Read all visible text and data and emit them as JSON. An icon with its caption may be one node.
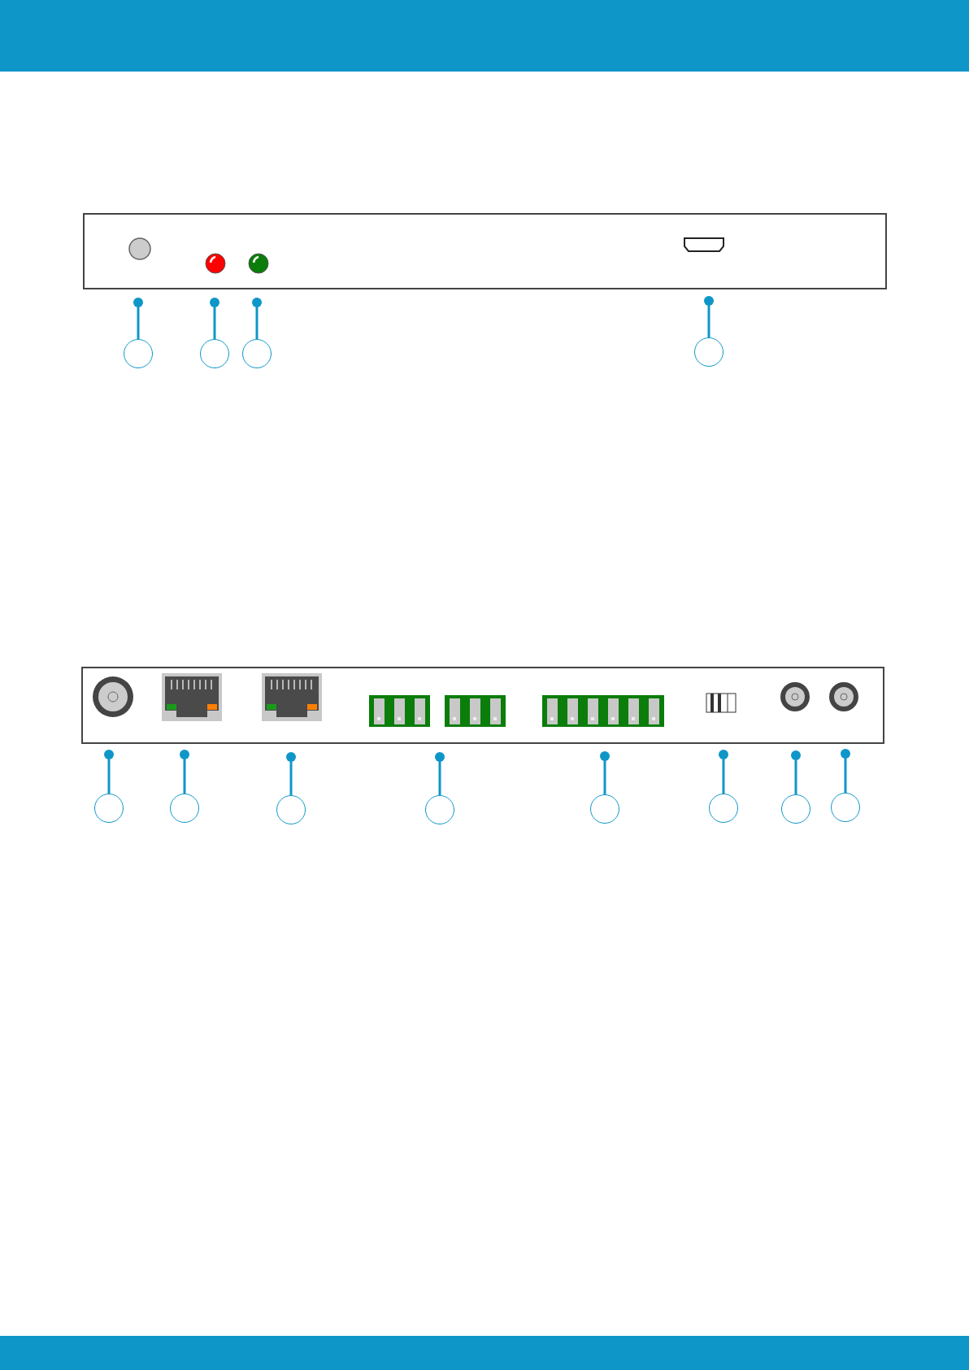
{
  "diagram": {
    "nodes": [
      {
        "text": [],
        "shape": "box"
      },
      {
        "text": [],
        "shape": "circle"
      },
      {
        "text": [],
        "shape": "circle"
      },
      {
        "text": [],
        "shape": "circle"
      },
      {
        "text": [],
        "shape": "circle"
      },
      {
        "text": [],
        "shape": "box"
      },
      {
        "text": [],
        "shape": "circle"
      },
      {
        "text": [],
        "shape": "circle"
      },
      {
        "text": [],
        "shape": "circle"
      },
      {
        "text": [],
        "shape": "circle"
      },
      {
        "text": [],
        "shape": "circle"
      },
      {
        "text": [],
        "shape": "circle"
      },
      {
        "text": [],
        "shape": "circle"
      },
      {
        "text": [],
        "shape": "circle"
      }
    ],
    "edges": [
      {
        "from": 1,
        "to": 0,
        "arrow": "other"
      },
      {
        "from": 2,
        "to": 0,
        "arrow": "other"
      },
      {
        "from": 3,
        "to": 0,
        "arrow": "other"
      },
      {
        "from": 4,
        "to": 0,
        "arrow": "other"
      },
      {
        "from": 6,
        "to": 5,
        "arrow": "other"
      },
      {
        "from": 7,
        "to": 5,
        "arrow": "other"
      },
      {
        "from": 8,
        "to": 5,
        "arrow": "other"
      },
      {
        "from": 9,
        "to": 5,
        "arrow": "other"
      },
      {
        "from": 10,
        "to": 5,
        "arrow": "other"
      },
      {
        "from": 11,
        "to": 5,
        "arrow": "other"
      },
      {
        "from": 12,
        "to": 5,
        "arrow": "other"
      },
      {
        "from": 13,
        "to": 5,
        "arrow": "other"
      }
    ]
  }
}
